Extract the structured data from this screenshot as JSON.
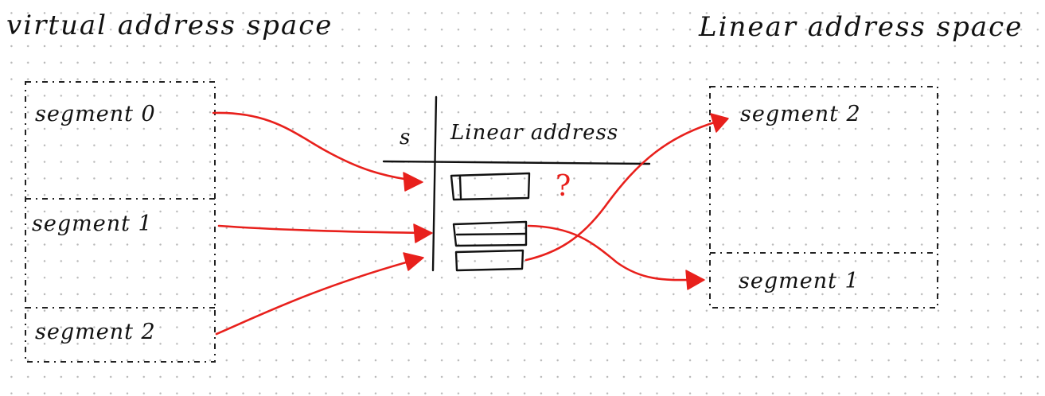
{
  "virtual": {
    "title": "virtual address space",
    "segments": [
      "segment 0",
      "segment 1",
      "segment 2"
    ]
  },
  "table": {
    "col_s": "s",
    "col_linear": "Linear address",
    "unknown_marker": "?"
  },
  "linear": {
    "title": "Linear address space",
    "segments": [
      "segment 2",
      "segment 1"
    ]
  },
  "colors": {
    "arrow": "#e8201c",
    "ink": "#111111"
  }
}
